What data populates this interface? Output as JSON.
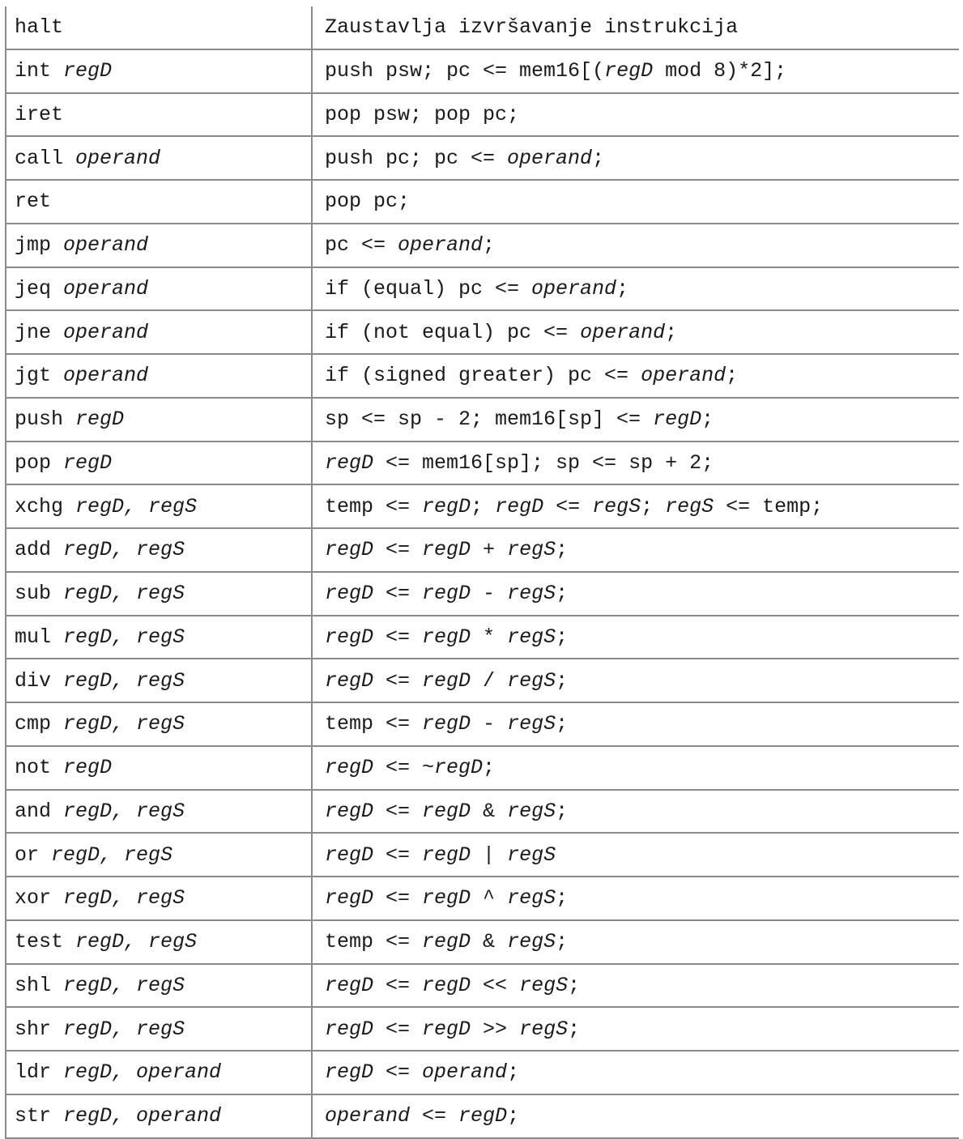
{
  "rows": [
    {
      "instr": [
        {
          "t": "halt",
          "i": false
        }
      ],
      "desc": [
        {
          "t": "Zaustavlja izvršavanje instrukcija",
          "i": false
        }
      ]
    },
    {
      "instr": [
        {
          "t": "int ",
          "i": false
        },
        {
          "t": "regD",
          "i": true
        }
      ],
      "desc": [
        {
          "t": "push psw; pc <= mem16[(",
          "i": false
        },
        {
          "t": "regD",
          "i": true
        },
        {
          "t": " mod 8)*2];",
          "i": false
        }
      ]
    },
    {
      "instr": [
        {
          "t": "iret",
          "i": false
        }
      ],
      "desc": [
        {
          "t": "pop psw; pop pc;",
          "i": false
        }
      ]
    },
    {
      "instr": [
        {
          "t": "call ",
          "i": false
        },
        {
          "t": "operand",
          "i": true
        }
      ],
      "desc": [
        {
          "t": "push pc; pc <= ",
          "i": false
        },
        {
          "t": "operand",
          "i": true
        },
        {
          "t": ";",
          "i": false
        }
      ]
    },
    {
      "instr": [
        {
          "t": "ret",
          "i": false
        }
      ],
      "desc": [
        {
          "t": "pop pc;",
          "i": false
        }
      ]
    },
    {
      "instr": [
        {
          "t": "jmp ",
          "i": false
        },
        {
          "t": "operand",
          "i": true
        }
      ],
      "desc": [
        {
          "t": "pc <= ",
          "i": false
        },
        {
          "t": "operand",
          "i": true
        },
        {
          "t": ";",
          "i": false
        }
      ]
    },
    {
      "instr": [
        {
          "t": "jeq ",
          "i": false
        },
        {
          "t": "operand",
          "i": true
        }
      ],
      "desc": [
        {
          "t": "if (equal) pc <= ",
          "i": false
        },
        {
          "t": "operand",
          "i": true
        },
        {
          "t": ";",
          "i": false
        }
      ]
    },
    {
      "instr": [
        {
          "t": "jne ",
          "i": false
        },
        {
          "t": "operand",
          "i": true
        }
      ],
      "desc": [
        {
          "t": "if (not equal) pc <= ",
          "i": false
        },
        {
          "t": "operand",
          "i": true
        },
        {
          "t": ";",
          "i": false
        }
      ]
    },
    {
      "instr": [
        {
          "t": "jgt ",
          "i": false
        },
        {
          "t": "operand",
          "i": true
        }
      ],
      "desc": [
        {
          "t": "if (signed greater) pc <= ",
          "i": false
        },
        {
          "t": "operand",
          "i": true
        },
        {
          "t": ";",
          "i": false
        }
      ]
    },
    {
      "instr": [
        {
          "t": "push ",
          "i": false
        },
        {
          "t": "regD",
          "i": true
        }
      ],
      "desc": [
        {
          "t": "sp <= sp - 2; mem16[sp] <= ",
          "i": false
        },
        {
          "t": "regD",
          "i": true
        },
        {
          "t": ";",
          "i": false
        }
      ]
    },
    {
      "instr": [
        {
          "t": "pop ",
          "i": false
        },
        {
          "t": "regD",
          "i": true
        }
      ],
      "desc": [
        {
          "t": "regD",
          "i": true
        },
        {
          "t": " <= mem16[sp]; sp <= sp + 2;",
          "i": false
        }
      ]
    },
    {
      "instr": [
        {
          "t": "xchg ",
          "i": false
        },
        {
          "t": "regD, regS",
          "i": true
        }
      ],
      "desc": [
        {
          "t": "temp <= ",
          "i": false
        },
        {
          "t": "regD",
          "i": true
        },
        {
          "t": "; ",
          "i": false
        },
        {
          "t": "regD",
          "i": true
        },
        {
          "t": " <= ",
          "i": false
        },
        {
          "t": "regS",
          "i": true
        },
        {
          "t": "; ",
          "i": false
        },
        {
          "t": "regS",
          "i": true
        },
        {
          "t": " <= temp;",
          "i": false
        }
      ]
    },
    {
      "instr": [
        {
          "t": "add ",
          "i": false
        },
        {
          "t": "regD, regS",
          "i": true
        }
      ],
      "desc": [
        {
          "t": "regD",
          "i": true
        },
        {
          "t": " <= ",
          "i": false
        },
        {
          "t": "regD",
          "i": true
        },
        {
          "t": " + ",
          "i": false
        },
        {
          "t": "regS",
          "i": true
        },
        {
          "t": ";",
          "i": false
        }
      ]
    },
    {
      "instr": [
        {
          "t": "sub ",
          "i": false
        },
        {
          "t": "regD, regS",
          "i": true
        }
      ],
      "desc": [
        {
          "t": "regD",
          "i": true
        },
        {
          "t": " <= ",
          "i": false
        },
        {
          "t": "regD",
          "i": true
        },
        {
          "t": " - ",
          "i": false
        },
        {
          "t": "regS",
          "i": true
        },
        {
          "t": ";",
          "i": false
        }
      ]
    },
    {
      "instr": [
        {
          "t": "mul ",
          "i": false
        },
        {
          "t": "regD, regS",
          "i": true
        }
      ],
      "desc": [
        {
          "t": "regD",
          "i": true
        },
        {
          "t": " <= ",
          "i": false
        },
        {
          "t": "regD",
          "i": true
        },
        {
          "t": " * ",
          "i": false
        },
        {
          "t": "regS",
          "i": true
        },
        {
          "t": ";",
          "i": false
        }
      ]
    },
    {
      "instr": [
        {
          "t": "div ",
          "i": false
        },
        {
          "t": "regD, regS",
          "i": true
        }
      ],
      "desc": [
        {
          "t": "regD",
          "i": true
        },
        {
          "t": " <= ",
          "i": false
        },
        {
          "t": "regD",
          "i": true
        },
        {
          "t": " / ",
          "i": false
        },
        {
          "t": "regS",
          "i": true
        },
        {
          "t": ";",
          "i": false
        }
      ]
    },
    {
      "instr": [
        {
          "t": "cmp ",
          "i": false
        },
        {
          "t": "regD, regS",
          "i": true
        }
      ],
      "desc": [
        {
          "t": "temp <= ",
          "i": false
        },
        {
          "t": "regD",
          "i": true
        },
        {
          "t": " - ",
          "i": false
        },
        {
          "t": "regS",
          "i": true
        },
        {
          "t": ";",
          "i": false
        }
      ]
    },
    {
      "instr": [
        {
          "t": "not ",
          "i": false
        },
        {
          "t": "regD",
          "i": true
        }
      ],
      "desc": [
        {
          "t": "regD",
          "i": true
        },
        {
          "t": " <= ~",
          "i": false
        },
        {
          "t": "regD",
          "i": true
        },
        {
          "t": ";",
          "i": false
        }
      ]
    },
    {
      "instr": [
        {
          "t": "and ",
          "i": false
        },
        {
          "t": "regD, regS",
          "i": true
        }
      ],
      "desc": [
        {
          "t": "regD",
          "i": true
        },
        {
          "t": " <= ",
          "i": false
        },
        {
          "t": "regD",
          "i": true
        },
        {
          "t": " & ",
          "i": false
        },
        {
          "t": "regS",
          "i": true
        },
        {
          "t": ";",
          "i": false
        }
      ]
    },
    {
      "instr": [
        {
          "t": "or ",
          "i": false
        },
        {
          "t": "regD, regS",
          "i": true
        }
      ],
      "desc": [
        {
          "t": "regD",
          "i": true
        },
        {
          "t": " <= ",
          "i": false
        },
        {
          "t": "regD",
          "i": true
        },
        {
          "t": " | ",
          "i": false
        },
        {
          "t": "regS",
          "i": true
        }
      ]
    },
    {
      "instr": [
        {
          "t": "xor ",
          "i": false
        },
        {
          "t": "regD, regS",
          "i": true
        }
      ],
      "desc": [
        {
          "t": "regD",
          "i": true
        },
        {
          "t": " <= ",
          "i": false
        },
        {
          "t": "regD",
          "i": true
        },
        {
          "t": " ^ ",
          "i": false
        },
        {
          "t": "regS",
          "i": true
        },
        {
          "t": ";",
          "i": false
        }
      ]
    },
    {
      "instr": [
        {
          "t": "test ",
          "i": false
        },
        {
          "t": "regD, regS",
          "i": true
        }
      ],
      "desc": [
        {
          "t": "temp <= ",
          "i": false
        },
        {
          "t": "regD",
          "i": true
        },
        {
          "t": " & ",
          "i": false
        },
        {
          "t": "regS",
          "i": true
        },
        {
          "t": ";",
          "i": false
        }
      ]
    },
    {
      "instr": [
        {
          "t": "shl ",
          "i": false
        },
        {
          "t": "regD, regS",
          "i": true
        }
      ],
      "desc": [
        {
          "t": "regD",
          "i": true
        },
        {
          "t": " <= ",
          "i": false
        },
        {
          "t": "regD",
          "i": true
        },
        {
          "t": " << ",
          "i": false
        },
        {
          "t": "regS",
          "i": true
        },
        {
          "t": ";",
          "i": false
        }
      ]
    },
    {
      "instr": [
        {
          "t": "shr ",
          "i": false
        },
        {
          "t": "regD, regS",
          "i": true
        }
      ],
      "desc": [
        {
          "t": "regD",
          "i": true
        },
        {
          "t": " <= ",
          "i": false
        },
        {
          "t": "regD",
          "i": true
        },
        {
          "t": " >> ",
          "i": false
        },
        {
          "t": "regS",
          "i": true
        },
        {
          "t": ";",
          "i": false
        }
      ]
    },
    {
      "instr": [
        {
          "t": "ldr ",
          "i": false
        },
        {
          "t": "regD, operand",
          "i": true
        }
      ],
      "desc": [
        {
          "t": "regD",
          "i": true
        },
        {
          "t": " <= ",
          "i": false
        },
        {
          "t": "operand",
          "i": true
        },
        {
          "t": ";",
          "i": false
        }
      ]
    },
    {
      "instr": [
        {
          "t": "str ",
          "i": false
        },
        {
          "t": "regD, operand",
          "i": true
        }
      ],
      "desc": [
        {
          "t": "operand",
          "i": true
        },
        {
          "t": " <= ",
          "i": false
        },
        {
          "t": "regD",
          "i": true
        },
        {
          "t": ";",
          "i": false
        }
      ]
    }
  ]
}
